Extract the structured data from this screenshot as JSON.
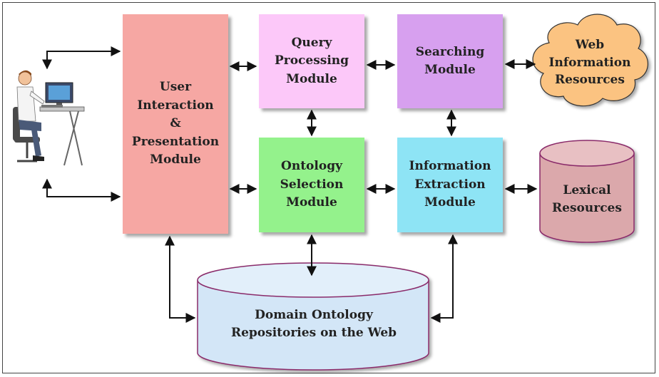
{
  "modules": {
    "user_interaction": "User\nInteraction\n&\nPresentation\nModule",
    "query_processing": "Query\nProcessing\nModule",
    "searching": "Searching\nModule",
    "ontology_selection": "Ontology\nSelection\nModule",
    "information_extraction": "Information\nExtraction\nModule"
  },
  "resources": {
    "web": "Web\nInformation\nResources",
    "lexical": "Lexical\nResources",
    "domain_ontology": "Domain Ontology\nRepositories on the Web"
  },
  "colors": {
    "user_interaction": "#f6a7a3",
    "query_processing": "#fcc8f9",
    "searching": "#d7a0ef",
    "ontology_selection": "#94f28c",
    "information_extraction": "#8ee4f5",
    "web_cloud": "#fbc381",
    "lexical_cylinder": "#dba8ab",
    "domain_cylinder": "#d3e6f7"
  },
  "icons": {
    "user": "user-at-computer-icon"
  }
}
